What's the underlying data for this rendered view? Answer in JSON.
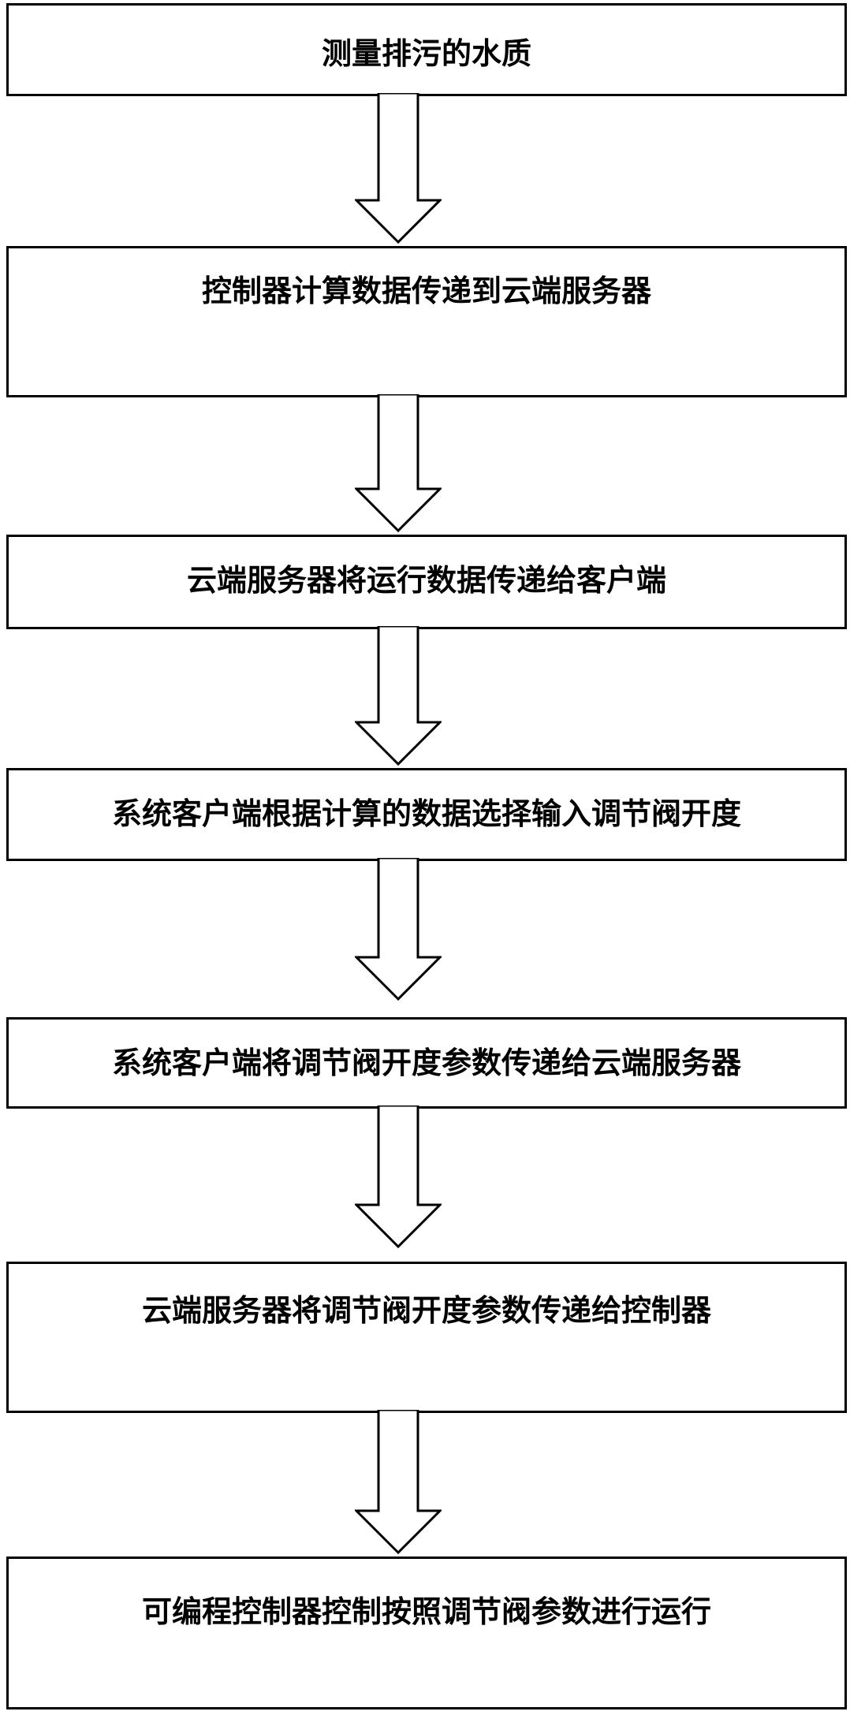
{
  "steps": [
    {
      "label": "测量排污的水质"
    },
    {
      "label": "控制器计算数据传递到云端服务器"
    },
    {
      "label": "云端服务器将运行数据传递给客户端"
    },
    {
      "label": "系统客户端根据计算的数据选择输入调节阀开度"
    },
    {
      "label": "系统客户端将调节阀开度参数传递给云端服务器"
    },
    {
      "label": "云端服务器将调节阀开度参数传递给控制器"
    },
    {
      "label": "可编程控制器控制按照调节阀参数进行运行"
    }
  ]
}
